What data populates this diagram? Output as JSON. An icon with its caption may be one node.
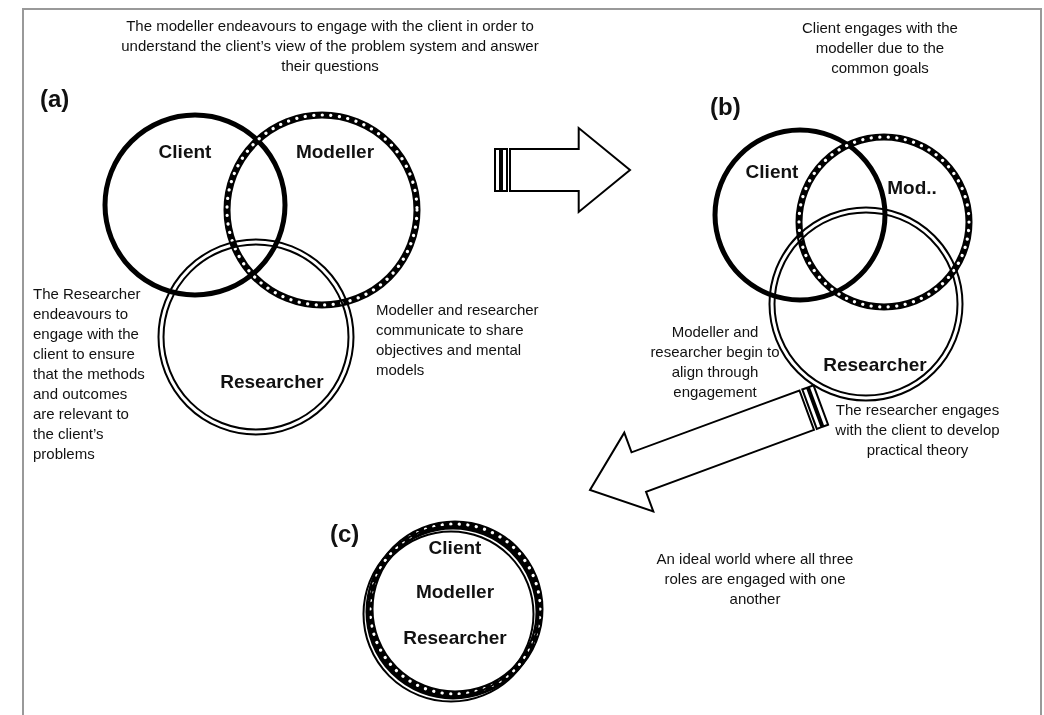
{
  "diagram": {
    "nodes": [
      {
        "text": [
          "(a)"
        ]
      },
      {
        "text": [
          "Client"
        ],
        "in": 0
      },
      {
        "text": [
          "Modeller"
        ],
        "in": 0
      },
      {
        "text": [
          "Researcher"
        ],
        "in": 0
      },
      {
        "text": [
          "(b)"
        ]
      },
      {
        "text": [
          "Client"
        ],
        "in": 4
      },
      {
        "text": [
          "Mod.."
        ],
        "in": 4
      },
      {
        "text": [
          "Researcher"
        ],
        "in": 4
      },
      {
        "text": [
          "(c)"
        ]
      },
      {
        "text": [
          "Client",
          "Modeller",
          "Researcher"
        ],
        "in": 8
      }
    ],
    "edges": [
      {
        "from": 0,
        "to": 4,
        "arrow": "to"
      },
      {
        "from": 4,
        "to": 8,
        "arrow": "to"
      }
    ],
    "labels": [
      "The modeller endeavours to engage with the client in order to understand the client’s view of the problem system and answer their questions",
      "Client engages with the modeller due to the common goals",
      "The Researcher endeavours to engage with the client to ensure that the methods and outcomes are relevant to the client’s problems",
      "Modeller and researcher communicate to share objectives and mental models",
      "Modeller and researcher begin to align through engagement",
      "The researcher engages with the client to develop practical theory",
      "An ideal world where all three roles are engaged with one another"
    ]
  }
}
